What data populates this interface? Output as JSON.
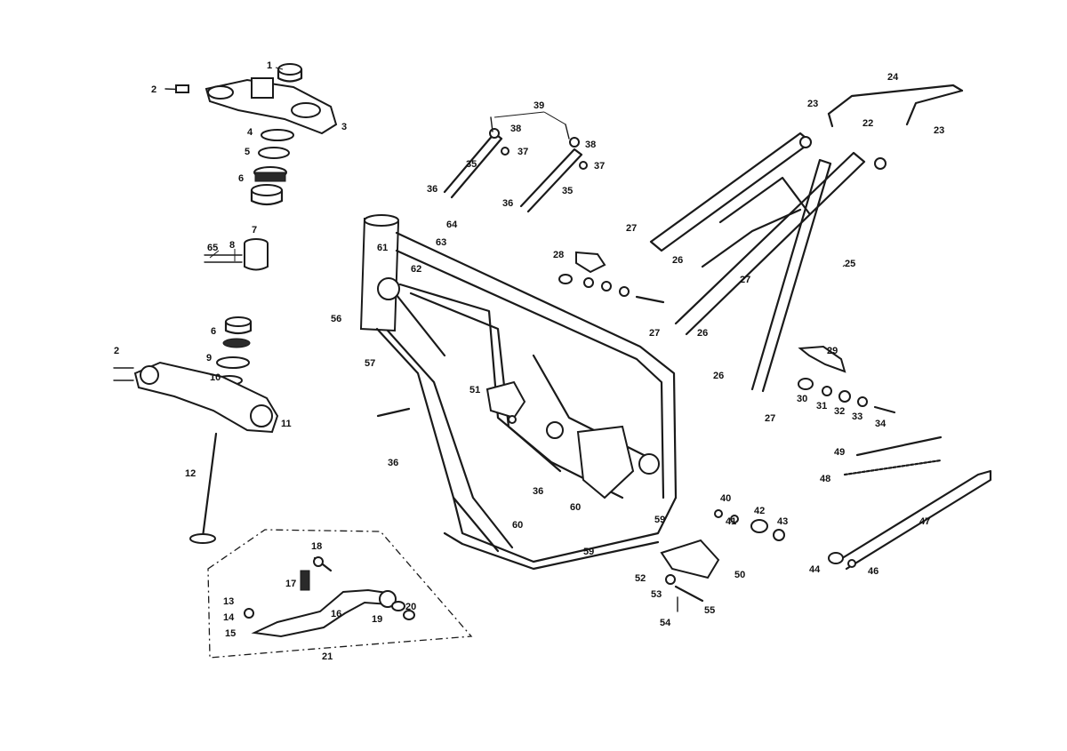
{
  "callouts": [
    {
      "id": "c1",
      "text": "1"
    },
    {
      "id": "c2a",
      "text": "2"
    },
    {
      "id": "c3",
      "text": "3"
    },
    {
      "id": "c4",
      "text": "4"
    },
    {
      "id": "c5",
      "text": "5"
    },
    {
      "id": "c6a",
      "text": "6"
    },
    {
      "id": "c7",
      "text": "7"
    },
    {
      "id": "c8",
      "text": "8"
    },
    {
      "id": "c65",
      "text": "65"
    },
    {
      "id": "c6b",
      "text": "6"
    },
    {
      "id": "c9",
      "text": "9"
    },
    {
      "id": "c2b",
      "text": "2"
    },
    {
      "id": "c10",
      "text": "10"
    },
    {
      "id": "c11",
      "text": "11"
    },
    {
      "id": "c12",
      "text": "12"
    },
    {
      "id": "c18",
      "text": "18"
    },
    {
      "id": "c17",
      "text": "17"
    },
    {
      "id": "c13",
      "text": "13"
    },
    {
      "id": "c14",
      "text": "14"
    },
    {
      "id": "c15",
      "text": "15"
    },
    {
      "id": "c16",
      "text": "16"
    },
    {
      "id": "c19",
      "text": "19"
    },
    {
      "id": "c20",
      "text": "20"
    },
    {
      "id": "c21",
      "text": "21"
    },
    {
      "id": "c39",
      "text": "39"
    },
    {
      "id": "c38a",
      "text": "38"
    },
    {
      "id": "c37a",
      "text": "37"
    },
    {
      "id": "c35a",
      "text": "35"
    },
    {
      "id": "c36a",
      "text": "36"
    },
    {
      "id": "c38b",
      "text": "38"
    },
    {
      "id": "c37b",
      "text": "37"
    },
    {
      "id": "c35b",
      "text": "35"
    },
    {
      "id": "c36b",
      "text": "36"
    },
    {
      "id": "c64",
      "text": "64"
    },
    {
      "id": "c63",
      "text": "63"
    },
    {
      "id": "c61",
      "text": "61"
    },
    {
      "id": "c62",
      "text": "62"
    },
    {
      "id": "c56",
      "text": "56"
    },
    {
      "id": "c57",
      "text": "57"
    },
    {
      "id": "c51",
      "text": "51"
    },
    {
      "id": "c36c",
      "text": "36"
    },
    {
      "id": "c36d",
      "text": "36"
    },
    {
      "id": "c60a",
      "text": "60"
    },
    {
      "id": "c60b",
      "text": "60"
    },
    {
      "id": "c59a",
      "text": "59"
    },
    {
      "id": "c59b",
      "text": "59"
    },
    {
      "id": "c28",
      "text": "28"
    },
    {
      "id": "c24",
      "text": "24"
    },
    {
      "id": "c23a",
      "text": "23"
    },
    {
      "id": "c22",
      "text": "22"
    },
    {
      "id": "c23b",
      "text": "23"
    },
    {
      "id": "c27a",
      "text": "27"
    },
    {
      "id": "c26a",
      "text": "26"
    },
    {
      "id": "c27b",
      "text": "27"
    },
    {
      "id": "c27c",
      "text": "27"
    },
    {
      "id": "c26b",
      "text": "26"
    },
    {
      "id": "c25",
      "text": "25"
    },
    {
      "id": "c29",
      "text": "29"
    },
    {
      "id": "c26c",
      "text": "26"
    },
    {
      "id": "c30",
      "text": "30"
    },
    {
      "id": "c31",
      "text": "31"
    },
    {
      "id": "c32",
      "text": "32"
    },
    {
      "id": "c33",
      "text": "33"
    },
    {
      "id": "c34",
      "text": "34"
    },
    {
      "id": "c27d",
      "text": "27"
    },
    {
      "id": "c49",
      "text": "49"
    },
    {
      "id": "c48",
      "text": "48"
    },
    {
      "id": "c47",
      "text": "47"
    },
    {
      "id": "c44",
      "text": "44"
    },
    {
      "id": "c46",
      "text": "46"
    },
    {
      "id": "c40",
      "text": "40"
    },
    {
      "id": "c42",
      "text": "42"
    },
    {
      "id": "c43",
      "text": "43"
    },
    {
      "id": "c41",
      "text": "41"
    },
    {
      "id": "c50",
      "text": "50"
    },
    {
      "id": "c52",
      "text": "52"
    },
    {
      "id": "c53",
      "text": "53"
    },
    {
      "id": "c55",
      "text": "55"
    },
    {
      "id": "c54",
      "text": "54"
    }
  ]
}
